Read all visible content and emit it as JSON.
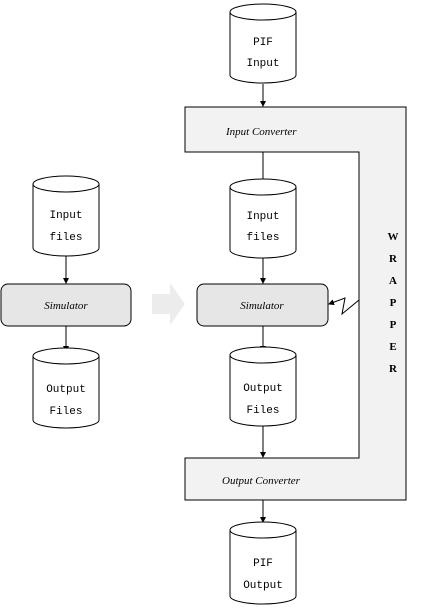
{
  "left": {
    "input_files": [
      "Input",
      "files"
    ],
    "simulator": "Simulator",
    "output_files": [
      "Output",
      "Files"
    ]
  },
  "right": {
    "pif_input": [
      "PIF",
      "Input"
    ],
    "input_converter": "Input Converter",
    "input_files": [
      "Input",
      "files"
    ],
    "simulator": "Simulator",
    "output_files": [
      "Output",
      "Files"
    ],
    "output_converter": "Output Converter",
    "pif_output": [
      "PIF",
      "Output"
    ],
    "wrapper_letters": [
      "W",
      "R",
      "A",
      "P",
      "P",
      "E",
      "R"
    ]
  }
}
